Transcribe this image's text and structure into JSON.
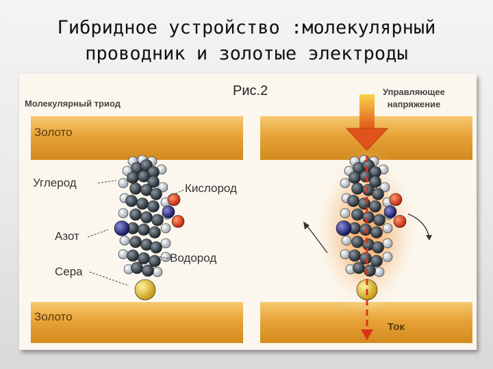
{
  "slide": {
    "title_lines": [
      "Гибридное устройство :молекулярный",
      "проводник и золотые электроды"
    ]
  },
  "figure": {
    "caption_left": "Молекулярный триод",
    "figure_label": "Рис.2",
    "caption_right_lines": [
      "Управляющее",
      "напряжение"
    ],
    "electrode_label": "Золото",
    "atom_labels": {
      "carbon": "Углерод",
      "oxygen": "Кислород",
      "nitrogen": "Азот",
      "hydrogen": "Водород",
      "sulfur": "Сера"
    },
    "current_label": "Ток"
  },
  "colors": {
    "gold": "#e7a338",
    "carbon": "#2f3a44",
    "hydrogen": "#c9d2da",
    "oxygen": "#d93a1e",
    "nitrogen": "#27267a",
    "sulfur": "#e8c12a",
    "arrow": "#e0531a"
  }
}
